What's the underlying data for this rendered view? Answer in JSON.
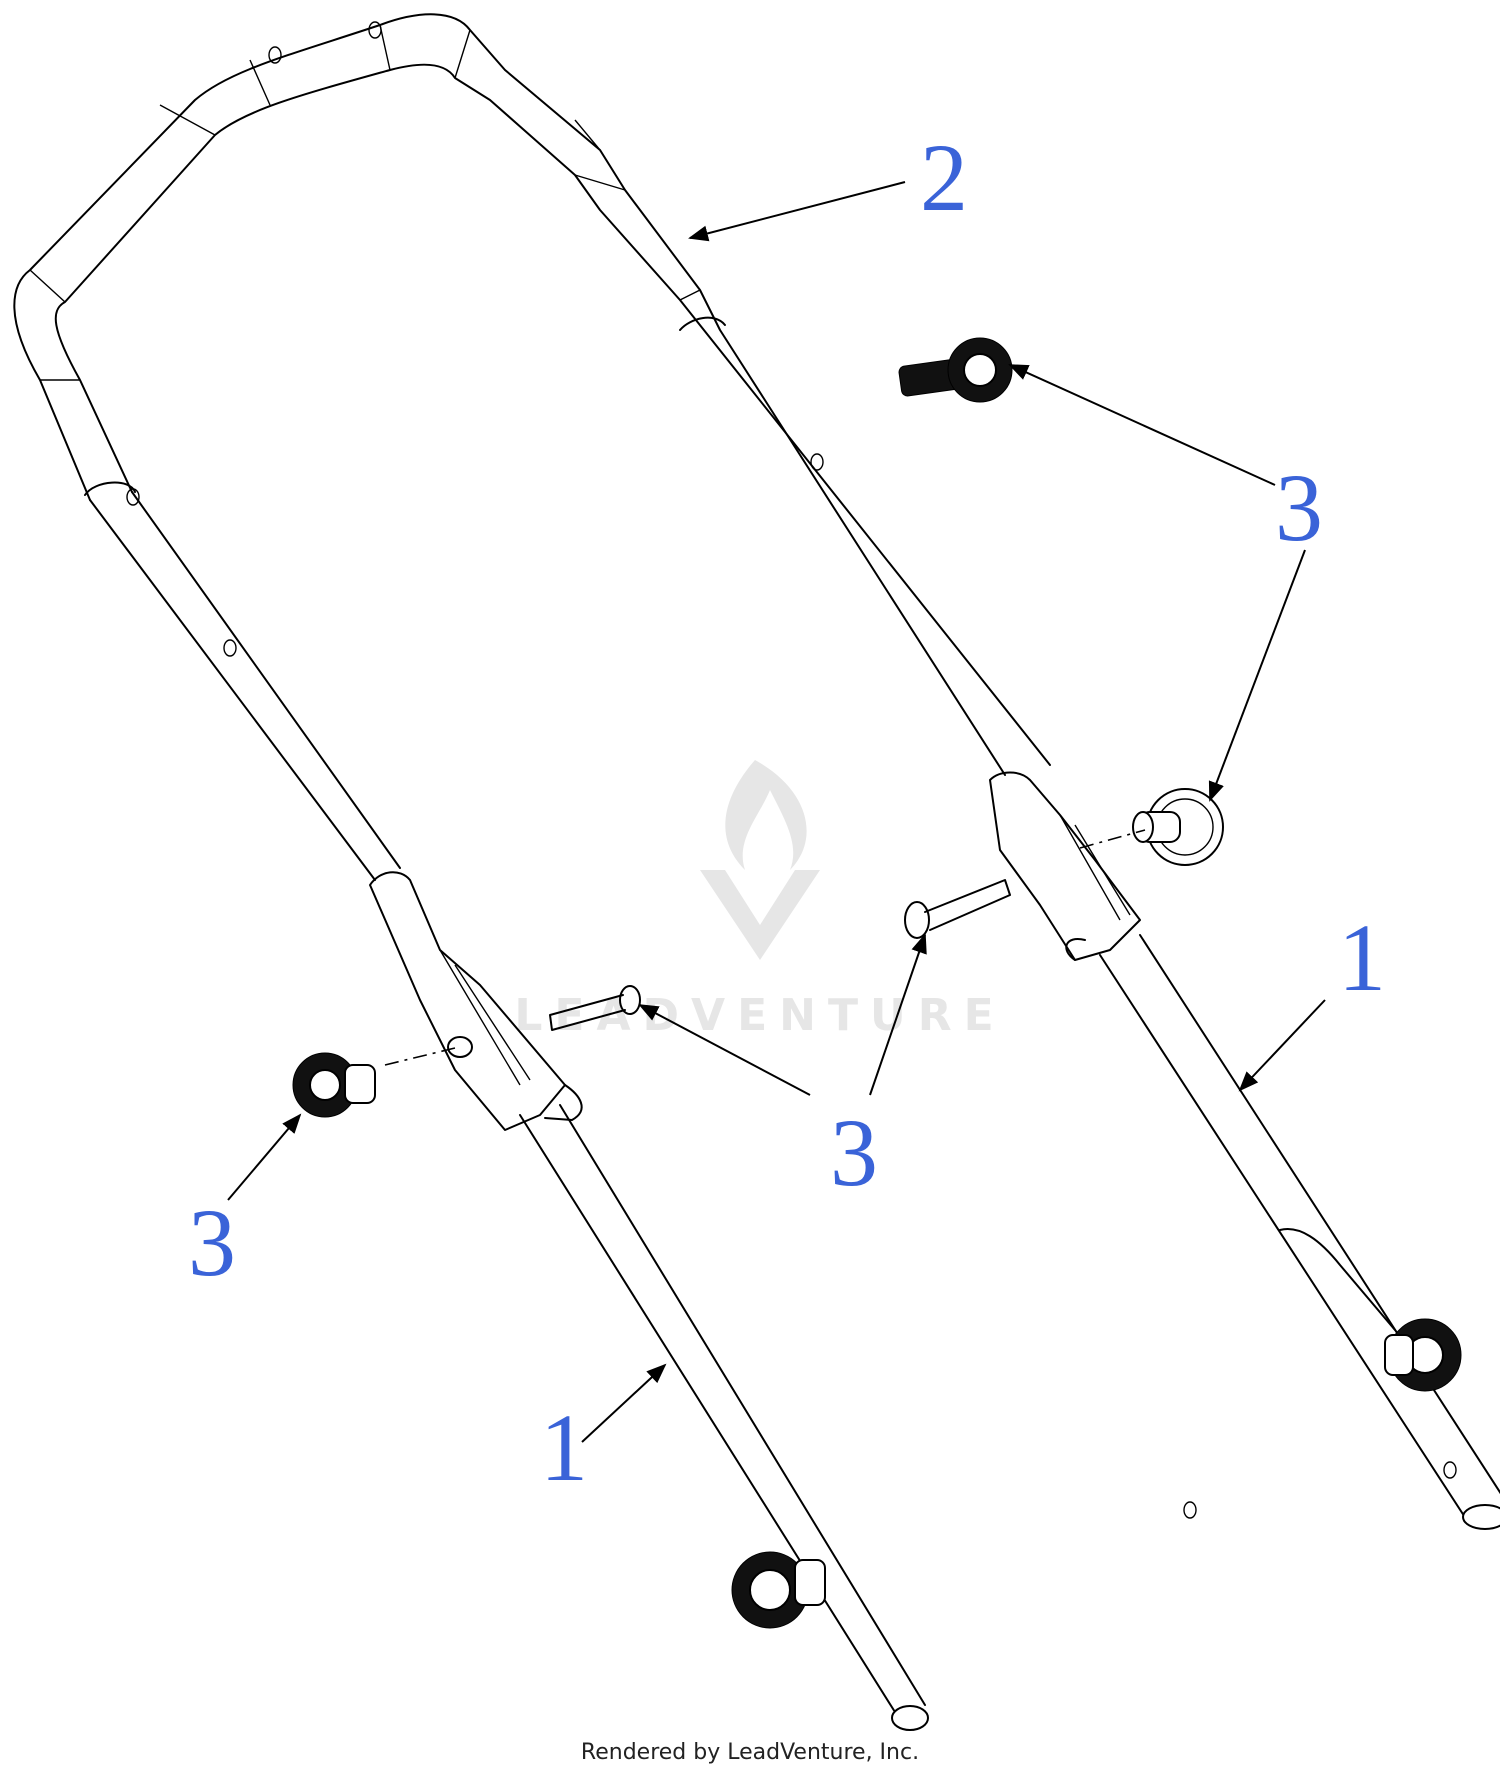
{
  "callouts": [
    {
      "id": "callout-2",
      "text": "2"
    },
    {
      "id": "callout-3-top-right",
      "text": "3"
    },
    {
      "id": "callout-1-right",
      "text": "1"
    },
    {
      "id": "callout-3-center",
      "text": "3"
    },
    {
      "id": "callout-3-left",
      "text": "3"
    },
    {
      "id": "callout-1-left",
      "text": "1"
    }
  ],
  "watermark": {
    "text": "LEADVENTURE"
  },
  "footer": {
    "text": "Rendered by LeadVenture, Inc."
  },
  "colors": {
    "callout": "#3a63d8",
    "line": "#000000",
    "watermark": "#e6e6e6"
  }
}
